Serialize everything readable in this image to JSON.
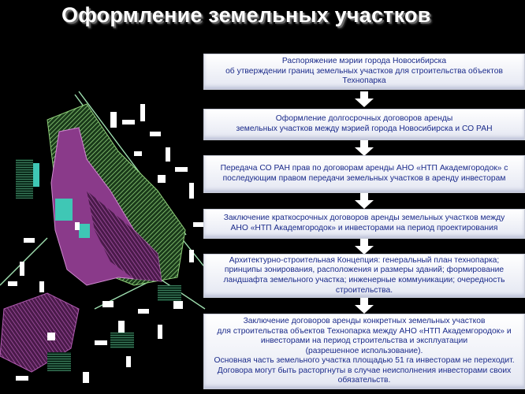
{
  "title": "Оформление земельных участков",
  "colors": {
    "background": "#000000",
    "box_text": "#1a2a8a",
    "arrow": "#ffffff",
    "map_purple": "#8a3a8a",
    "map_green": "#8fd07a",
    "map_cyan": "#3fc7b5"
  },
  "steps": [
    {
      "text": "Распоряжение мэрии города Новосибирска\nоб утверждении границ земельных участков для строительства объектов\nТехнопарка"
    },
    {
      "text": "Оформление долгосрочных договоров аренды\nземельных участков между мэрией города Новосибирска и СО РАН"
    },
    {
      "text": "Передача СО РАН прав по договорам аренды АНО «НТП Академгородок» с\nпоследующим правом передачи земельных участков в аренду инвесторам"
    },
    {
      "text": "Заключение краткосрочных договоров аренды земельных участков между\nАНО «НТП Академгородок» и инвесторами на период проектирования"
    },
    {
      "text": "Архитектурно-строительная Концепция:  генеральный план технопарка;\nпринципы зонирования, расположения и размеры зданий; формирование\nландшафта земельного участка; инженерные коммуникации; очередность\nстроительства."
    },
    {
      "text": "Заключение договоров аренды конкретных земельных участков\nдля строительства объектов Технопарка между АНО «НТП Академгородок» и\nинвесторами на период строительства и эксплуатации\n(разрешенное использование).\nОсновная часть земельного участка площадью 51 га инвесторам не переходит.\nДоговора могут быть расторгнуты в случае неисполнения инвесторами своих\nобязательств."
    }
  ]
}
